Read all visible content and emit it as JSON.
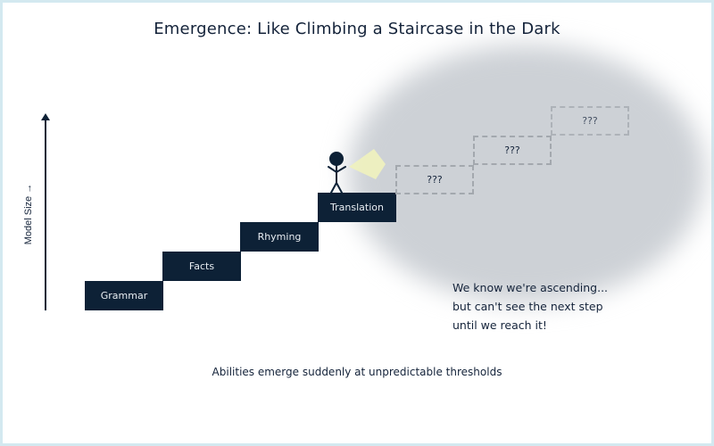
{
  "title": "Emergence: Like Climbing a Staircase in the Dark",
  "axis": {
    "label": "Model Size →",
    "icon": "up-arrow-icon"
  },
  "steps": [
    {
      "label": "Grammar"
    },
    {
      "label": "Facts"
    },
    {
      "label": "Rhyming"
    },
    {
      "label": "Translation"
    }
  ],
  "unknown_steps": [
    {
      "label": "???"
    },
    {
      "label": "???"
    },
    {
      "label": "???"
    }
  ],
  "figure": {
    "icon": "stick-figure-icon",
    "flashlight_icon": "flashlight-beam-icon",
    "beam_color": "#eef0bf"
  },
  "note": {
    "lines": [
      "We know we're ascending...",
      "but can't see the next step",
      "until we reach it!"
    ]
  },
  "caption": "Abilities emerge suddenly at unpredictable thresholds",
  "colors": {
    "step_fill": "#0d2136",
    "step_text": "#e8edf2",
    "dark_region": "#cdd1d6",
    "dashed_border": "#a3a8ae",
    "frame_border": "#d3e9f0"
  }
}
